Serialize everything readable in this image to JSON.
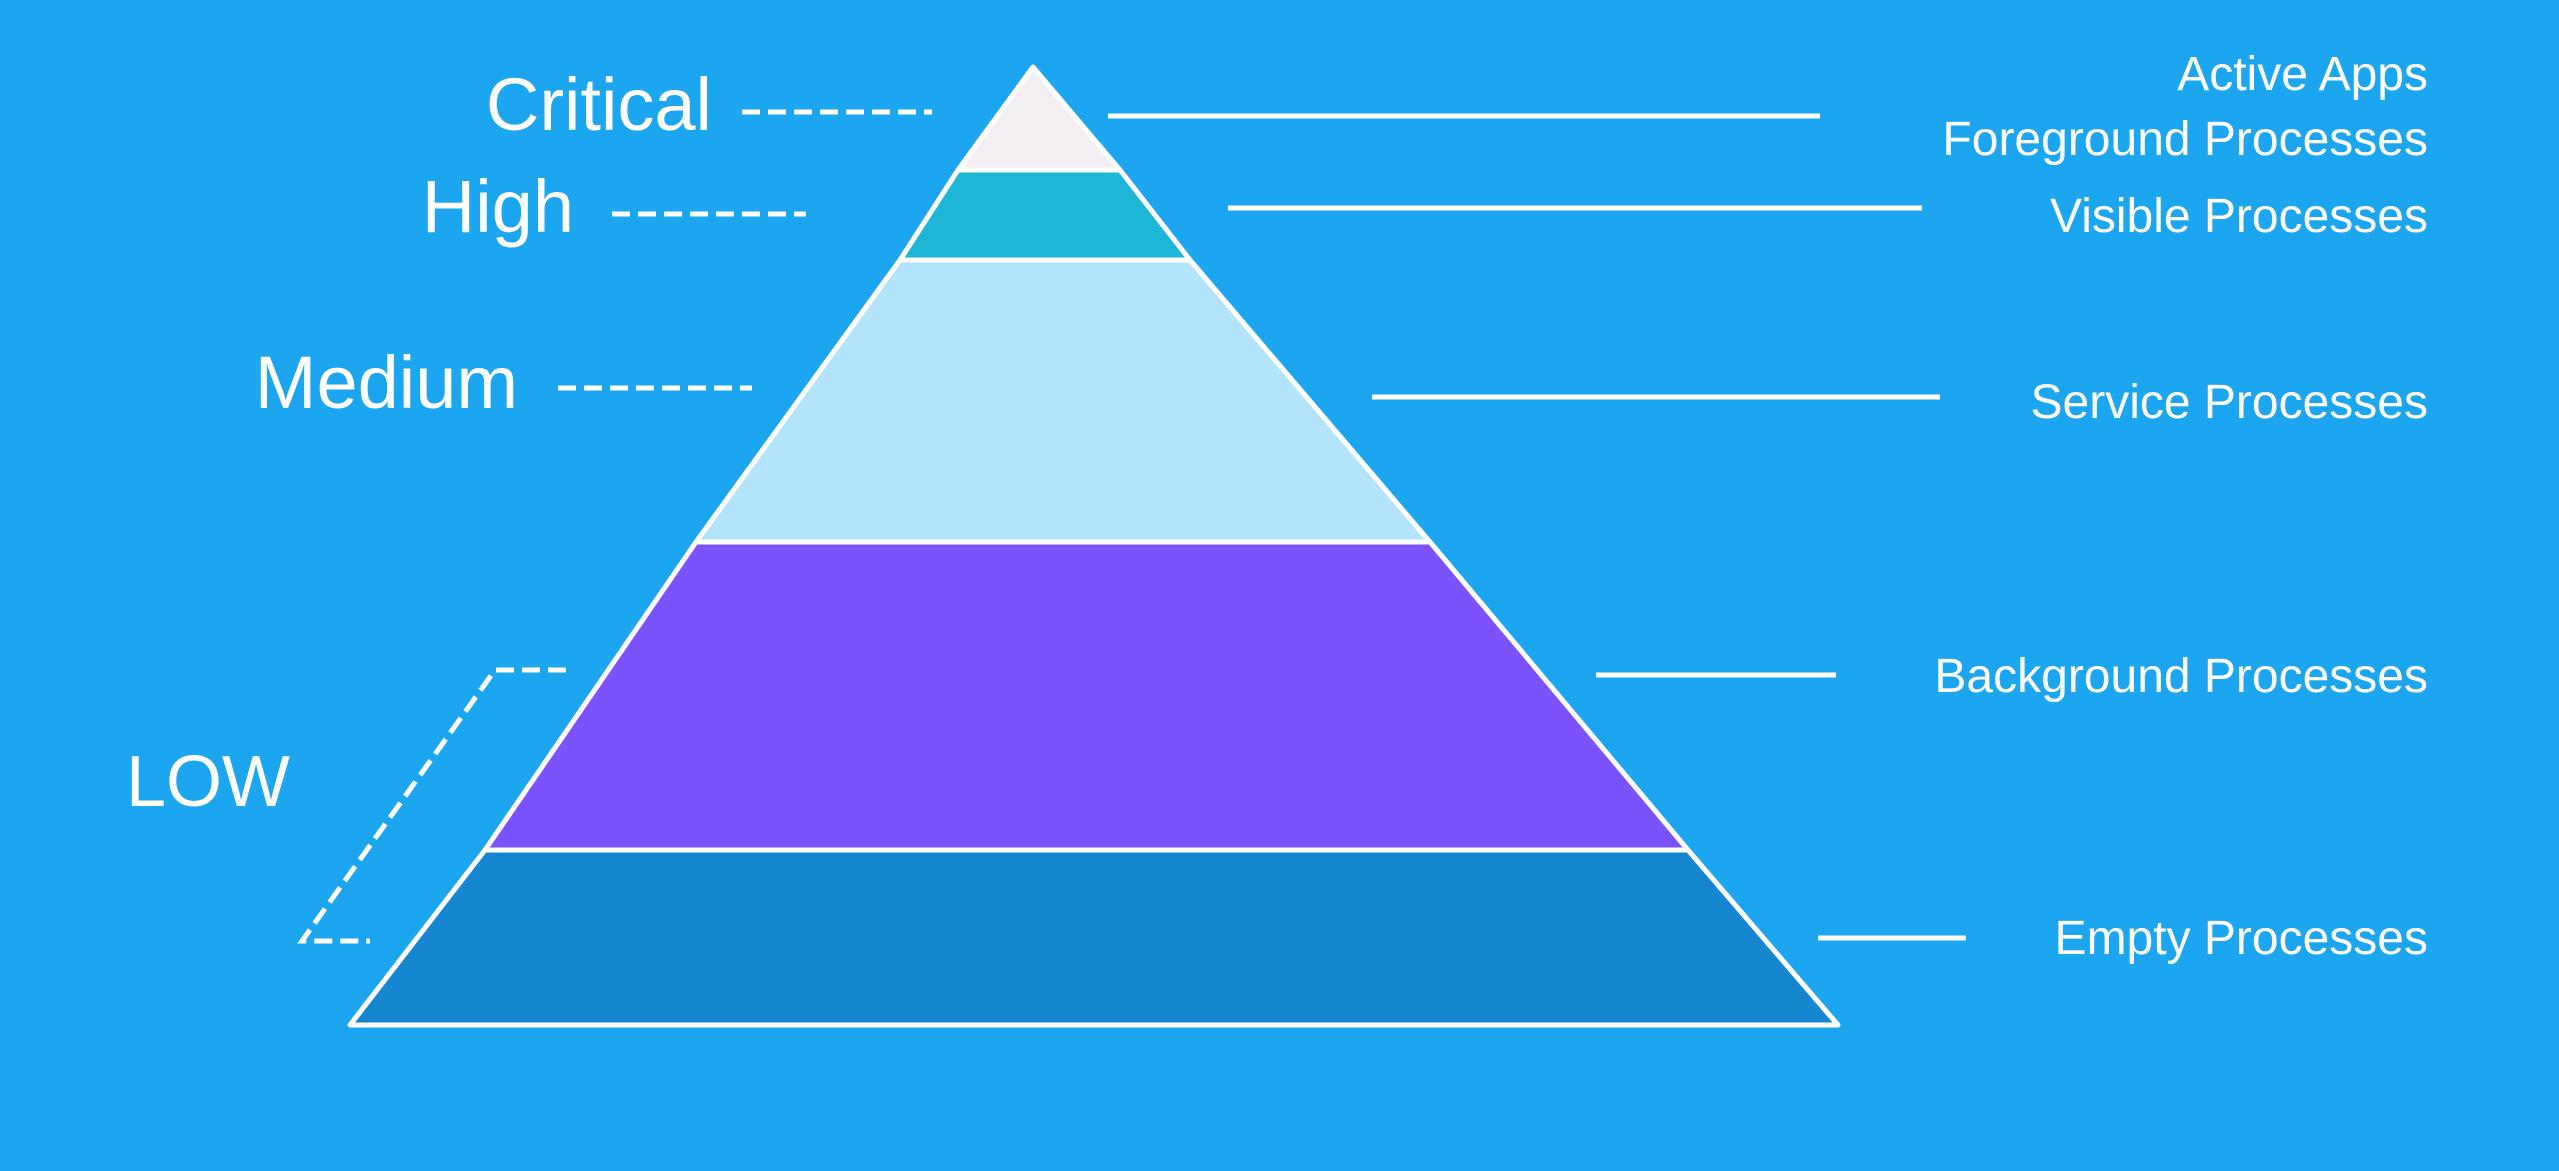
{
  "diagram": {
    "priority_levels": [
      {
        "id": "critical",
        "label": "Critical"
      },
      {
        "id": "high",
        "label": "High"
      },
      {
        "id": "medium",
        "label": "Medium"
      },
      {
        "id": "low",
        "label": "LOW"
      }
    ],
    "process_labels": [
      {
        "id": "active-apps",
        "label": "Active Apps"
      },
      {
        "id": "foreground-processes",
        "label": "Foreground Processes"
      },
      {
        "id": "visible-processes",
        "label": "Visible Processes"
      },
      {
        "id": "service-processes",
        "label": "Service Processes"
      },
      {
        "id": "background-processes",
        "label": "Background Processes"
      },
      {
        "id": "empty-processes",
        "label": "Empty Processes"
      }
    ]
  },
  "colors": {
    "background": "#1ca6f0",
    "critical_layer": "#f3eff2",
    "high_layer": "#1eb6d6",
    "medium_layer": "#b3e4fb",
    "background_layer": "#7b52fb",
    "empty_layer": "#1786d0",
    "line": "#ffffff"
  }
}
